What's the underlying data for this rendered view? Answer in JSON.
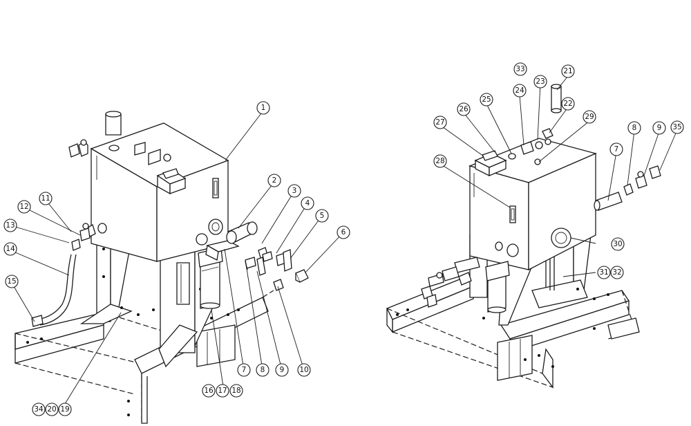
{
  "callouts_left": [
    "1",
    "2",
    "3",
    "4",
    "5",
    "6",
    "7",
    "8",
    "9",
    "10",
    "11",
    "12",
    "13",
    "14",
    "15",
    "16",
    "17",
    "18",
    "34",
    "20",
    "19"
  ],
  "callouts_right": [
    "21",
    "22",
    "23",
    "33",
    "24",
    "25",
    "26",
    "27",
    "28",
    "29",
    "8",
    "9",
    "35",
    "7",
    "30",
    "31",
    "32"
  ]
}
